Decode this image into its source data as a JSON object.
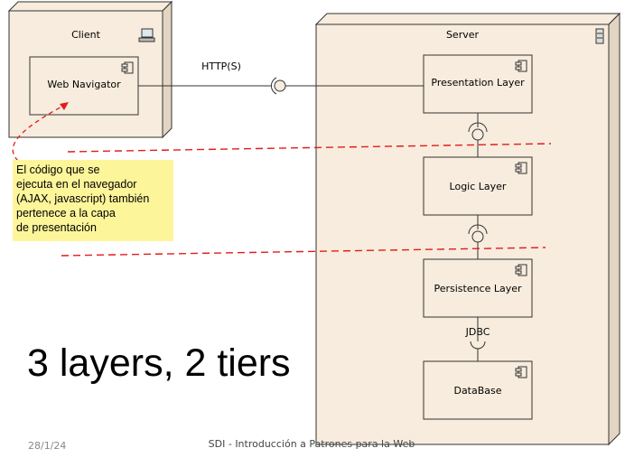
{
  "client": {
    "title": "Client",
    "icon": "computer-icon"
  },
  "server": {
    "title": "Server",
    "icon": "server-icon"
  },
  "components": {
    "web_navigator": "Web Navigator",
    "presentation": "Presentation Layer",
    "logic": "Logic Layer",
    "persistence": "Persistence Layer",
    "database": "DataBase"
  },
  "connections": {
    "http": "HTTP(S)",
    "jdbc": "JDBC"
  },
  "note": {
    "lines": [
      "El código que se",
      "ejecuta en el navegador",
      "(AJAX, javascript) también",
      "pertenece a la capa",
      "de presentación"
    ]
  },
  "headline": "3 layers, 2 tiers",
  "footer": {
    "date": "28/1/24",
    "title": "SDI - Introducción a Patrones para la Web"
  },
  "colors": {
    "node_fill": "#f7ecdd",
    "note_fill": "#fdf59a",
    "boundary_line": "#e31b1b"
  }
}
